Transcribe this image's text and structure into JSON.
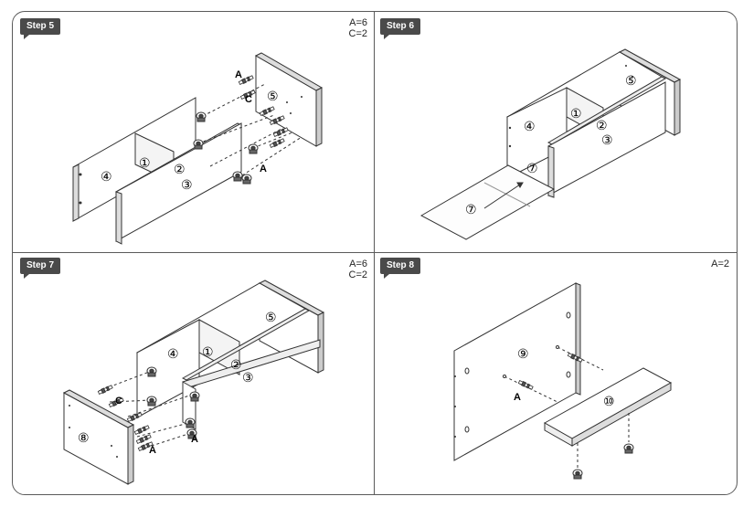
{
  "panels": [
    {
      "step": "Step 5",
      "counts": [
        "A=6",
        "C=2"
      ]
    },
    {
      "step": "Step 6",
      "counts": []
    },
    {
      "step": "Step 7",
      "counts": [
        "A=6",
        "C=2"
      ]
    },
    {
      "step": "Step 8",
      "counts": [
        "A=2"
      ]
    }
  ],
  "labels": {
    "n1": "①",
    "n2": "②",
    "n3": "③",
    "n4": "④",
    "n5": "⑤",
    "n7": "⑦",
    "n8": "⑧",
    "n9": "⑨",
    "n10": "⑩",
    "A": "A",
    "C": "C"
  }
}
